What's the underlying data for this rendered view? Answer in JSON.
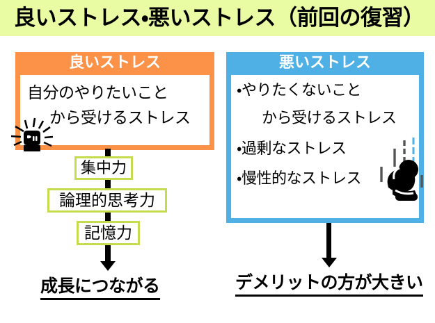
{
  "slide": {
    "title": "良いストレス・悪いストレス（前回の復習）",
    "background_color": "#ffffff",
    "title_band_color": "#e9fca4"
  },
  "good_stress_box": {
    "header": "良いストレス",
    "accent_color": "#fc9148",
    "lines": [
      "自分のやりたいこと",
      "から受けるストレス"
    ],
    "icon": "fist-icon"
  },
  "bad_stress_box": {
    "header": "悪いストレス",
    "accent_color": "#4fb0e5",
    "lines": [
      "・やりたくないこと",
      "から受けるストレス",
      "・過剰なストレス",
      "・慢性的なストレス"
    ],
    "icon": "crouching-person-icon"
  },
  "benefits_flow": {
    "chip_border_color": "#c6dc4f",
    "items": [
      "集中力",
      "論理的思考力",
      "記憶力"
    ]
  },
  "conclusions": {
    "left": "成長につながる",
    "right": "デメリットの方が大きい"
  }
}
